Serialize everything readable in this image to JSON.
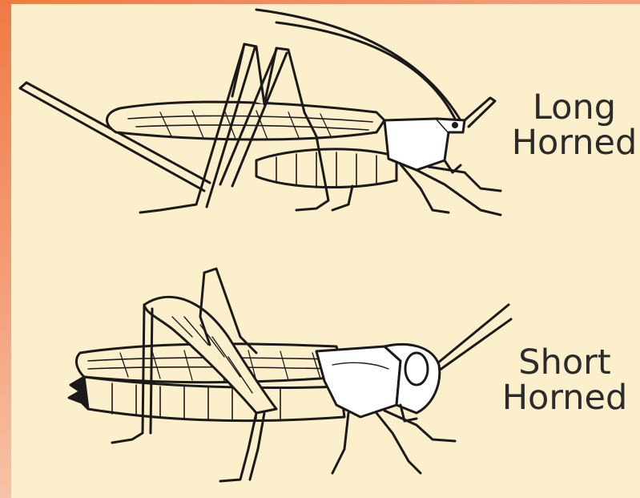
{
  "labels": {
    "long_line1": "Long",
    "long_line2": "Horned",
    "short_line1": "Short",
    "short_line2": "Horned"
  },
  "colors": {
    "background": "#fbefcc",
    "frame": "#f07a45",
    "ink": "#1a1a1a"
  }
}
